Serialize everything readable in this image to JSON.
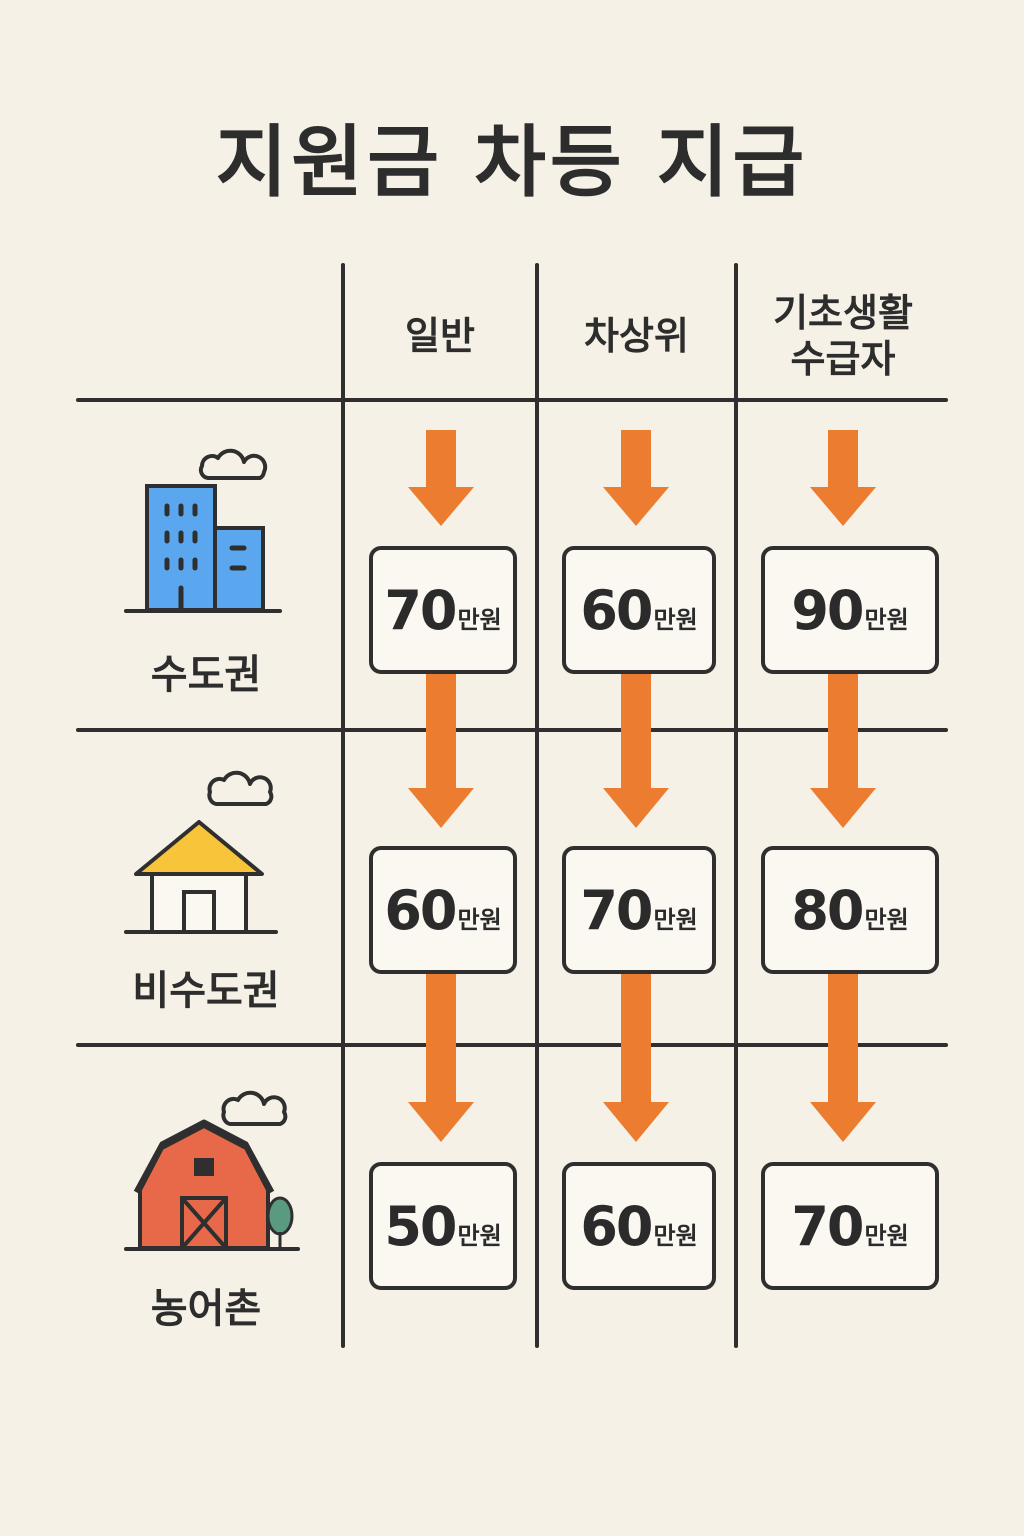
{
  "title": "지원금 차등 지급",
  "columns": [
    {
      "lines": [
        "일반"
      ]
    },
    {
      "lines": [
        "차상위"
      ]
    },
    {
      "lines": [
        "기초생활",
        "수급자"
      ]
    }
  ],
  "rows": [
    {
      "label": "수도권",
      "icon": "city-buildings-icon",
      "cells": [
        {
          "value": "70",
          "unit": "만원"
        },
        {
          "value": "60",
          "unit": "만원"
        },
        {
          "value": "90",
          "unit": "만원"
        }
      ]
    },
    {
      "label": "비수도권",
      "icon": "house-icon",
      "cells": [
        {
          "value": "60",
          "unit": "만원"
        },
        {
          "value": "70",
          "unit": "만원"
        },
        {
          "value": "80",
          "unit": "만원"
        }
      ]
    },
    {
      "label": "농어촌",
      "icon": "barn-icon",
      "cells": [
        {
          "value": "50",
          "unit": "만원"
        },
        {
          "value": "60",
          "unit": "만원"
        },
        {
          "value": "70",
          "unit": "만원"
        }
      ]
    }
  ],
  "colors": {
    "background": "#f5f1e6",
    "line": "#2f2f2f",
    "arrow": "#ec7d30",
    "building": "#5aa7f0",
    "roof": "#f7c43a",
    "barn": "#e8694a",
    "tree": "#5a9a80"
  }
}
